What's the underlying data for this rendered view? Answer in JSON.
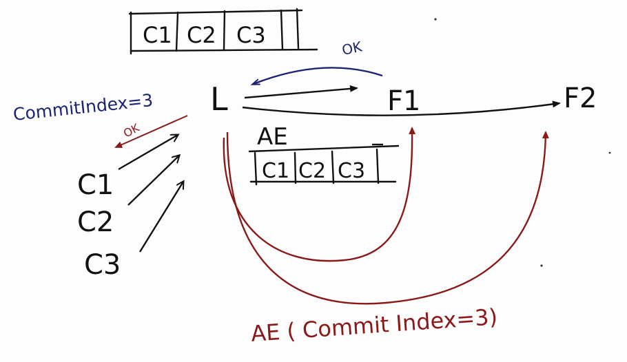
{
  "top_log": {
    "entries": [
      "C1",
      "C2",
      "C3"
    ]
  },
  "leader": {
    "label": "L",
    "commit_index_label": "CommitIndex=3"
  },
  "followers": [
    {
      "label": "F1"
    },
    {
      "label": "F2"
    }
  ],
  "clients": [
    {
      "label": "C1"
    },
    {
      "label": "C2"
    },
    {
      "label": "C3"
    }
  ],
  "append_entries": {
    "label": "AE",
    "entries": [
      "C1",
      "C2",
      "C3"
    ]
  },
  "ack_to_leader": "OK",
  "ack_to_client": "OK",
  "commit_broadcast": "AE ( Commit Index=3)",
  "colors": {
    "ink": "#111111",
    "blue": "#1c2470",
    "red": "#8a1a1a"
  }
}
